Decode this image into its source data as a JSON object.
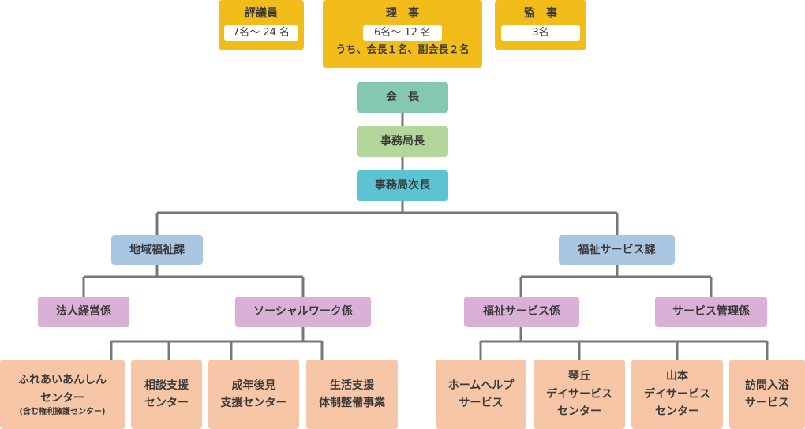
{
  "top": {
    "councilors": {
      "title": "評議員",
      "count": "7名〜 24 名"
    },
    "directors": {
      "title": "理　事",
      "count": "6名〜 12 名",
      "note": "うち、会長１名、副会長２名"
    },
    "auditors": {
      "title": "監　事",
      "count": "3名"
    }
  },
  "chain": {
    "president": "会　長",
    "secretary_general": "事務局長",
    "deputy_secretary_general": "事務局次長"
  },
  "departments": {
    "community": {
      "name": "地域福祉課",
      "sections": [
        {
          "name": "法人経営係"
        },
        {
          "name": "ソーシャルワーク係",
          "units": [
            {
              "line1": "ふれあいあんしん",
              "line2": "センター",
              "line3": "(含む権利擁護センター)"
            },
            {
              "line1": "相談支援",
              "line2": "センター"
            },
            {
              "line1": "成年後見",
              "line2": "支援センター"
            },
            {
              "line1": "生活支援",
              "line2": "体制整備事業"
            }
          ]
        }
      ]
    },
    "welfare": {
      "name": "福祉サービス課",
      "sections": [
        {
          "name": "福祉サービス係",
          "units": [
            {
              "line1": "ホームヘルプ",
              "line2": "サービス"
            },
            {
              "line1": "琴丘",
              "line2": "デイサービス",
              "line3": "センター"
            },
            {
              "line1": "山本",
              "line2": "デイサービス",
              "line3": "センター"
            },
            {
              "line1": "訪問入浴",
              "line2": "サービス"
            }
          ]
        },
        {
          "name": "サービス管理係"
        }
      ]
    }
  },
  "colors": {
    "gold": "#f2bc1b",
    "president": "#84c8b3",
    "secretary_general": "#b3d79b",
    "deputy": "#5bc3d2",
    "department": "#a9c6e2",
    "section": "#dbb0d6",
    "unit": "#f6c6a7",
    "line": "#777777"
  }
}
